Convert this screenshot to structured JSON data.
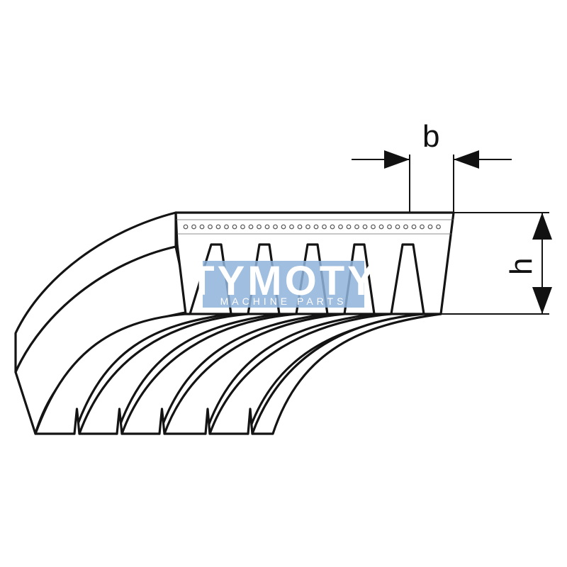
{
  "dimensions": {
    "width_label": "b",
    "height_label": "h"
  },
  "watermark": {
    "brand": "TYMOTY",
    "tagline": "MACHINE PARTS",
    "color": "#8fb3d9"
  },
  "belt": {
    "ribs": 6,
    "cord_color": "#555555",
    "line_color": "#141414"
  }
}
